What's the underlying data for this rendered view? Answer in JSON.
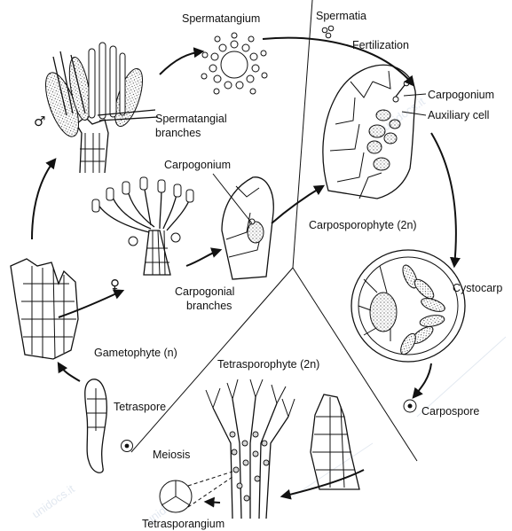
{
  "labels": {
    "spermatangium": "Spermatangium",
    "spermatia": "Spermatia",
    "fertilization": "Fertilization",
    "carpogonium_top": "Carpogonium",
    "auxiliary_cell": "Auxiliary cell",
    "spermatangial_line1": "Spermatangial",
    "spermatangial_line2": "branches",
    "carpogonium_mid": "Carpogonium",
    "carposporophyte": "Carposporophyte (2n)",
    "cystocarp": "Cystocarp",
    "carpogonial_line1": "Carpogonial",
    "carpogonial_line2": "branches",
    "gametophyte": "Gametophyte (n)",
    "tetrasporophyte": "Tetrasporophyte (2n)",
    "tetraspore": "Tetraspore",
    "carpospore": "Carpospore",
    "meiosis": "Meiosis",
    "tetrasporangium": "Tetrasporangium"
  },
  "symbols": {
    "male": "♂",
    "female": "♀"
  },
  "watermark": {
    "text": "unidocs.it"
  }
}
